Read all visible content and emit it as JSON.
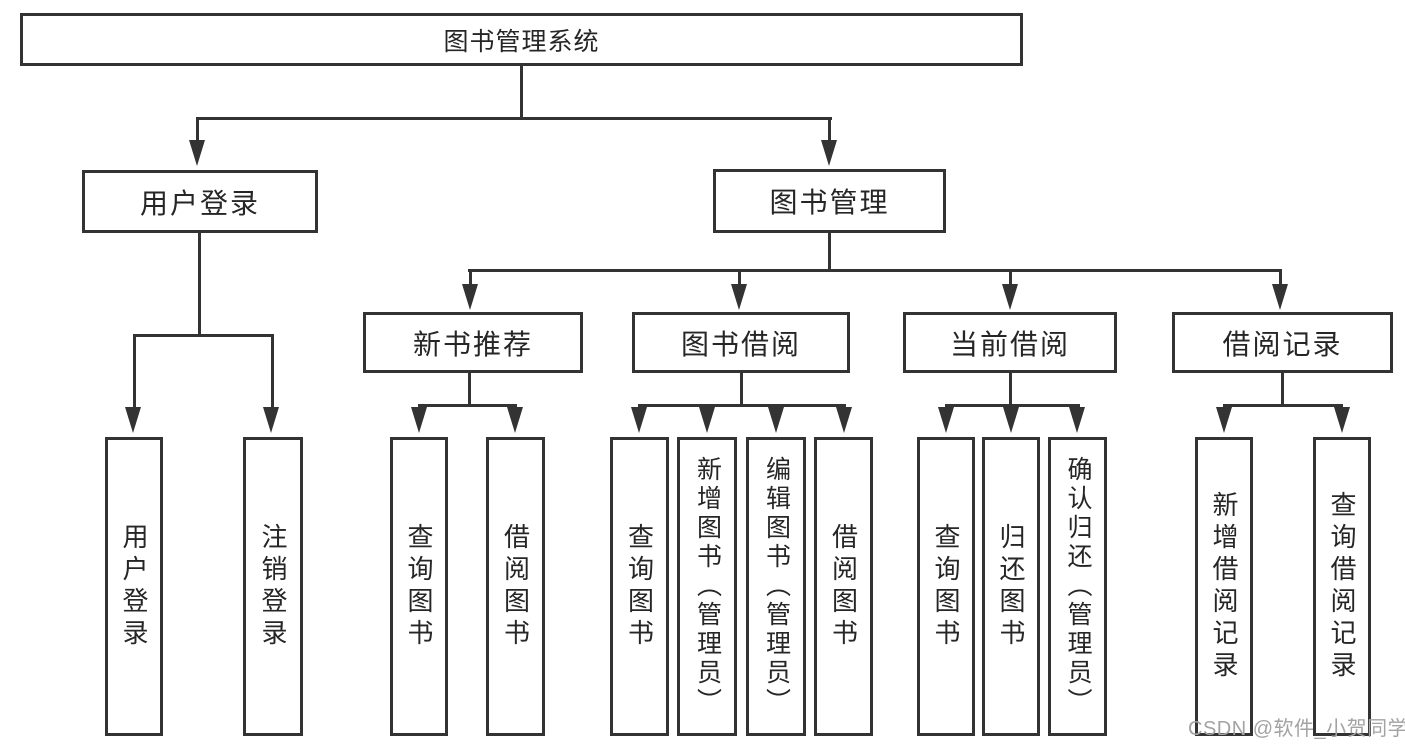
{
  "tree": {
    "label": "图书管理系统",
    "children": [
      {
        "label": "用户登录",
        "children": [
          {
            "label": "用户登录"
          },
          {
            "label": "注销登录"
          }
        ]
      },
      {
        "label": "图书管理",
        "children": [
          {
            "label": "新书推荐",
            "children": [
              {
                "label": "查询图书"
              },
              {
                "label": "借阅图书"
              }
            ]
          },
          {
            "label": "图书借阅",
            "children": [
              {
                "label": "查询图书"
              },
              {
                "label": "新增图书（管理员）"
              },
              {
                "label": "编辑图书（管理员）"
              },
              {
                "label": "借阅图书"
              }
            ]
          },
          {
            "label": "当前借阅",
            "children": [
              {
                "label": "查询图书"
              },
              {
                "label": "归还图书"
              },
              {
                "label": "确认归还（管理员）"
              }
            ]
          },
          {
            "label": "借阅记录",
            "children": [
              {
                "label": "新增借阅记录"
              },
              {
                "label": "查询借阅记录"
              }
            ]
          }
        ]
      }
    ]
  },
  "watermark": {
    "text": "CSDN @软件_小贺同学"
  },
  "colors": {
    "line": "#333333",
    "text": "#262626",
    "background": "#ffffff",
    "watermark": "#a3a3a3"
  }
}
